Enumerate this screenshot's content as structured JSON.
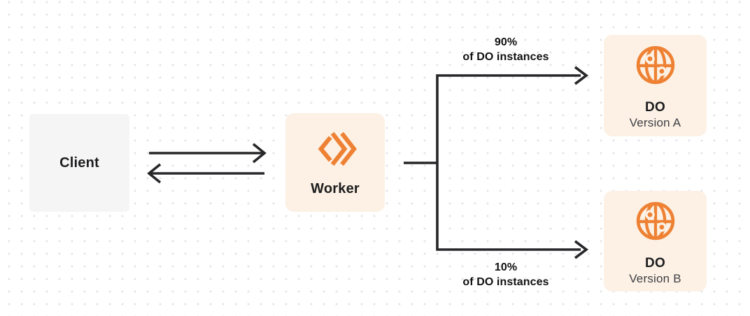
{
  "nodes": {
    "client": {
      "label": "Client"
    },
    "worker": {
      "label": "Worker"
    },
    "do_version_a": {
      "title": "DO",
      "subtitle": "Version A"
    },
    "do_version_b": {
      "title": "DO",
      "subtitle": "Version B"
    }
  },
  "edges": {
    "to_version_a": {
      "percent": "90%",
      "caption": "of DO instances"
    },
    "to_version_b": {
      "percent": "10%",
      "caption": "of DO instances"
    }
  },
  "icons": {
    "worker": "workers-chevrons-icon",
    "durable_object": "globe-icon"
  },
  "colors": {
    "accent_orange": "#EE8133",
    "node_cream": "#FCF1E4",
    "node_gray": "#F5F5F6",
    "line_dark": "#27272A",
    "text_dark": "#1C1C1E",
    "text_sub": "#3F3F46",
    "dot_grid": "#E4E4E8"
  }
}
